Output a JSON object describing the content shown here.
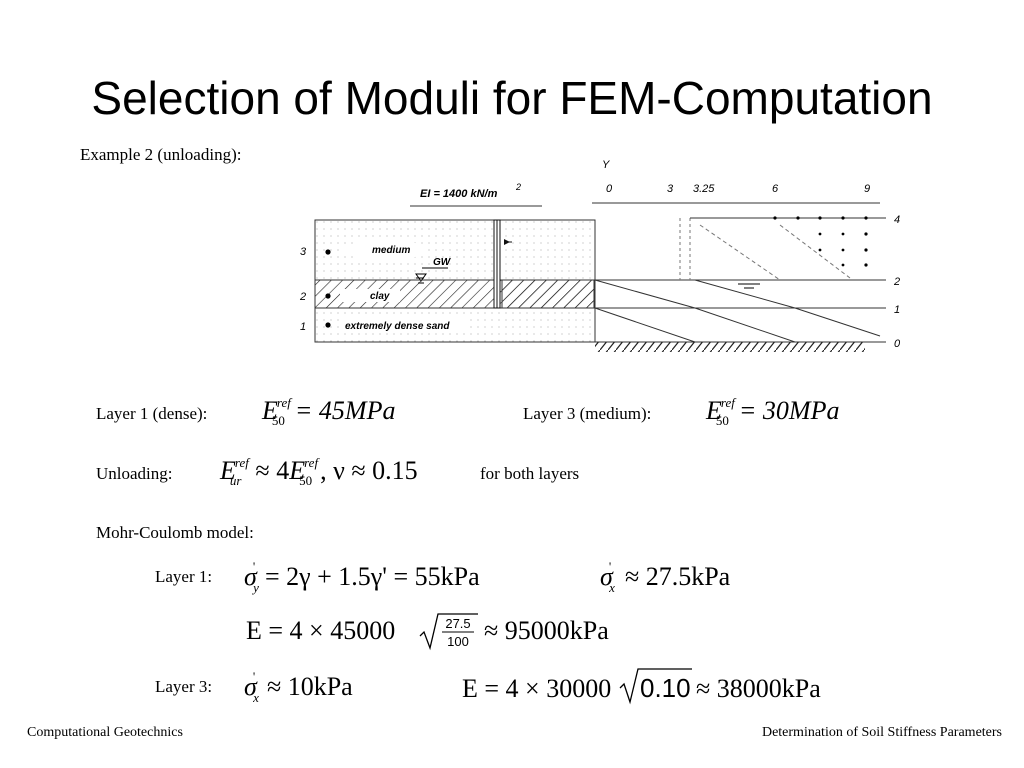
{
  "slide": {
    "title": "Selection of Moduli for FEM-Computation",
    "example_label": "Example 2 (unloading):"
  },
  "diagram": {
    "stiffness_label": "EI = 1400 kN/m",
    "stiffness_exp": "2",
    "axis_label": "Y",
    "x_ticks": [
      "0",
      "3",
      "3.25",
      "6",
      "9"
    ],
    "layer_numbers": [
      "3",
      "2",
      "1"
    ],
    "layer_names": [
      "medium",
      "clay",
      "extremely dense sand"
    ],
    "gw_label": "GW",
    "level_labels": [
      "4",
      "2",
      "1",
      "0"
    ]
  },
  "layers": {
    "layer1_label": "Layer 1 (dense):",
    "layer1_value": "= 45MPa",
    "layer3_label": "Layer 3 (medium):",
    "layer3_value": "= 30MPa",
    "symbol_E": "E",
    "sup_ref": "ref",
    "sub_50": "50",
    "sub_ur": "ur"
  },
  "unloading": {
    "label": "Unloading:",
    "expr_a": "≈ 4",
    "expr_b": ", ν ≈ 0.15",
    "suffix": "for both layers"
  },
  "mohr": {
    "heading": "Mohr-Coulomb model:",
    "layer1_label": "Layer 1:",
    "layer1_eq1": "= 2γ + 1.5γ' = 55kPa",
    "layer1_eq2": "≈ 27.5kPa",
    "layer1_eq3a": "E = 4 × 45000",
    "layer1_frac_num": "27.5",
    "layer1_frac_den": "100",
    "layer1_eq3b": "≈ 95000kPa",
    "layer3_label": "Layer 3:",
    "layer3_eq1": "≈ 10kPa",
    "layer3_eq2a": "E = 4 × 30000",
    "layer3_sqrt": "0.10",
    "layer3_eq2b": "≈ 38000kPa",
    "sigma": "σ",
    "prime": "'",
    "sub_y": "y",
    "sub_x": "x"
  },
  "footer": {
    "left": "Computational Geotechnics",
    "right": "Determination of Soil Stiffness Parameters"
  }
}
